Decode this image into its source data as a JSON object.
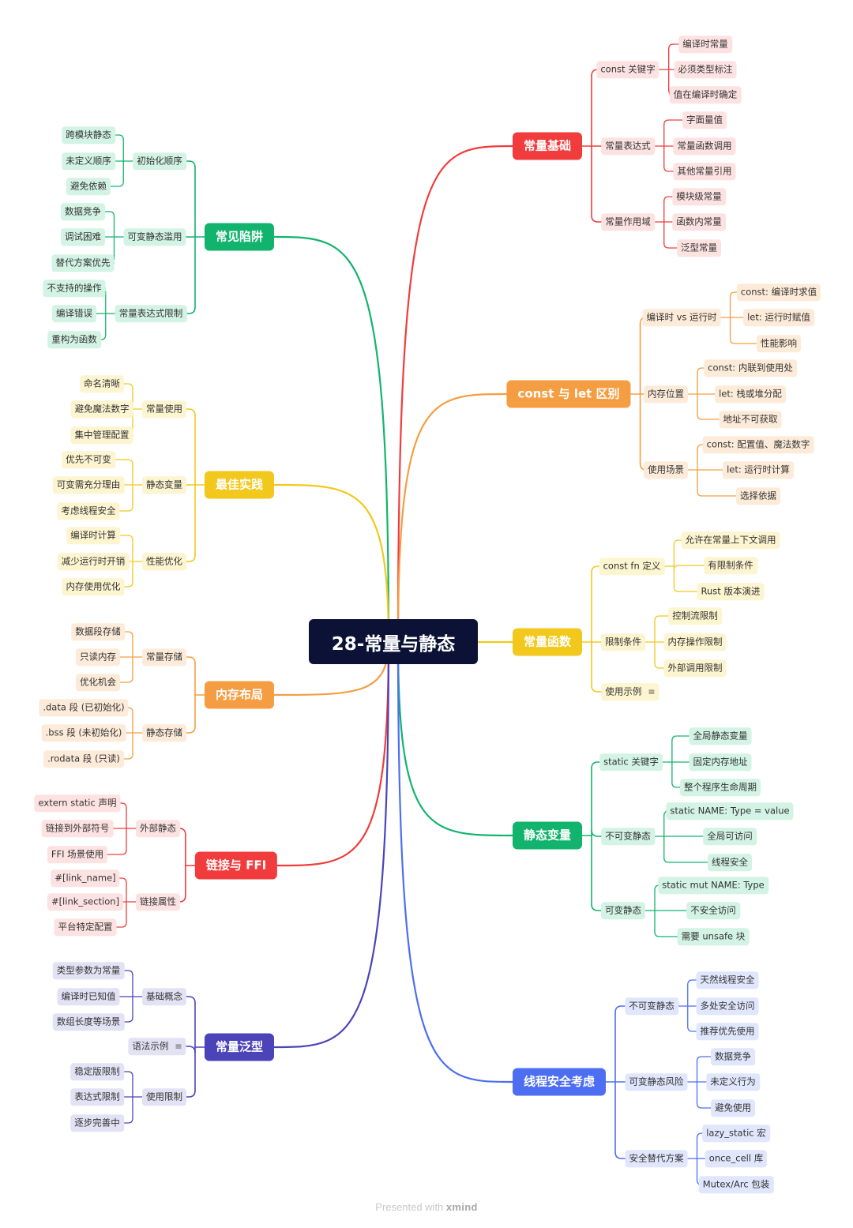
{
  "root": "28-常量与静态",
  "footer": {
    "text": "Presented with ",
    "brand": "xmind"
  },
  "note_icon": "note-icon",
  "branches": [
    {
      "key": "const_basics",
      "label": "常量基础",
      "color": "#f03c3c",
      "light": "#fde2e2",
      "children": [
        {
          "label": "const 关键字",
          "children": [
            "编译时常量",
            "必须类型标注",
            "值在编译时确定"
          ]
        },
        {
          "label": "常量表达式",
          "children": [
            "字面量值",
            "常量函数调用",
            "其他常量引用"
          ]
        },
        {
          "label": "常量作用域",
          "children": [
            "模块级常量",
            "函数内常量",
            "泛型常量"
          ]
        }
      ]
    },
    {
      "key": "const_vs_let",
      "label": "const 与 let 区别",
      "color": "#f59d42",
      "light": "#fdebd9",
      "children": [
        {
          "label": "编译时 vs 运行时",
          "children": [
            "const: 编译时求值",
            "let: 运行时赋值",
            "性能影响"
          ]
        },
        {
          "label": "内存位置",
          "children": [
            "const: 内联到使用处",
            "let: 栈或堆分配",
            "地址不可获取"
          ]
        },
        {
          "label": "使用场景",
          "children": [
            "const: 配置值、魔法数字",
            "let: 运行时计算",
            "选择依据"
          ]
        }
      ]
    },
    {
      "key": "const_fn",
      "label": "常量函数",
      "color": "#f2c81d",
      "light": "#fdf4d0",
      "children": [
        {
          "label": "const fn 定义",
          "children": [
            "允许在常量上下文调用",
            "有限制条件",
            "Rust 版本演进"
          ]
        },
        {
          "label": "限制条件",
          "children": [
            "控制流限制",
            "内存操作限制",
            "外部调用限制"
          ]
        },
        {
          "label": "使用示例",
          "note": true,
          "children": []
        }
      ]
    },
    {
      "key": "static_vars",
      "label": "静态变量",
      "color": "#12b46d",
      "light": "#d3f3e4",
      "children": [
        {
          "label": "static 关键字",
          "children": [
            "全局静态变量",
            "固定内存地址",
            "整个程序生命周期"
          ]
        },
        {
          "label": "不可变静态",
          "children": [
            "static NAME: Type = value",
            "全局可访问",
            "线程安全"
          ]
        },
        {
          "label": "可变静态",
          "children": [
            "static mut NAME: Type",
            "不安全访问",
            "需要 unsafe 块"
          ]
        }
      ]
    },
    {
      "key": "thread_safety",
      "label": "线程安全考虑",
      "color": "#4d6ef0",
      "light": "#e0e6fc",
      "children": [
        {
          "label": "不可变静态",
          "children": [
            "天然线程安全",
            "多处安全访问",
            "推荐优先使用"
          ]
        },
        {
          "label": "可变静态风险",
          "children": [
            "数据竞争",
            "未定义行为",
            "避免使用"
          ]
        },
        {
          "label": "安全替代方案",
          "children": [
            "lazy_static 宏",
            "once_cell 库",
            "Mutex/Arc 包装"
          ]
        }
      ]
    },
    {
      "key": "pitfalls",
      "label": "常见陷阱",
      "color": "#12b46d",
      "light": "#d3f3e4",
      "children": [
        {
          "label": "初始化顺序",
          "children": [
            "跨模块静态",
            "未定义顺序",
            "避免依赖"
          ]
        },
        {
          "label": "可变静态滥用",
          "children": [
            "数据竞争",
            "调试困难",
            "替代方案优先"
          ]
        },
        {
          "label": "常量表达式限制",
          "children": [
            "不支持的操作",
            "编译错误",
            "重构为函数"
          ]
        }
      ]
    },
    {
      "key": "best_practice",
      "label": "最佳实践",
      "color": "#f2c81d",
      "light": "#fdf4d0",
      "children": [
        {
          "label": "常量使用",
          "children": [
            "命名清晰",
            "避免魔法数字",
            "集中管理配置"
          ]
        },
        {
          "label": "静态变量",
          "children": [
            "优先不可变",
            "可变需充分理由",
            "考虑线程安全"
          ]
        },
        {
          "label": "性能优化",
          "children": [
            "编译时计算",
            "减少运行时开销",
            "内存使用优化"
          ]
        }
      ]
    },
    {
      "key": "memory_layout",
      "label": "内存布局",
      "color": "#f59d42",
      "light": "#fdebd9",
      "children": [
        {
          "label": "常量存储",
          "children": [
            "数据段存储",
            "只读内存",
            "优化机会"
          ]
        },
        {
          "label": "静态存储",
          "children": [
            ".data 段 (已初始化)",
            ".bss 段 (未初始化)",
            ".rodata 段 (只读)"
          ]
        }
      ]
    },
    {
      "key": "ffi",
      "label": "链接与 FFI",
      "color": "#f03c3c",
      "light": "#fde2e2",
      "children": [
        {
          "label": "外部静态",
          "children": [
            "extern static 声明",
            "链接到外部符号",
            "FFI 场景使用"
          ]
        },
        {
          "label": "链接属性",
          "children": [
            "#[link_name]",
            "#[link_section]",
            "平台特定配置"
          ]
        }
      ]
    },
    {
      "key": "const_generics",
      "label": "常量泛型",
      "color": "#4a44b8",
      "light": "#e3e2f5",
      "children": [
        {
          "label": "基础概念",
          "children": [
            "类型参数为常量",
            "编译时已知值",
            "数组长度等场景"
          ]
        },
        {
          "label": "语法示例",
          "note": true,
          "children": []
        },
        {
          "label": "使用限制",
          "children": [
            "稳定版限制",
            "表达式限制",
            "逐步完善中"
          ]
        }
      ]
    }
  ]
}
